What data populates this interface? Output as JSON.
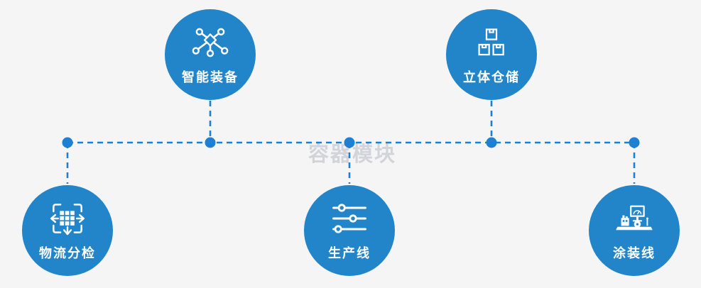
{
  "watermark": "容器模块",
  "colors": {
    "bg-color": "#f5f5f6",
    "node-color": "#2285ca",
    "connector-color": "#1d80d4",
    "label-color": "#ffffff",
    "watermark-color": "rgba(175,180,187,0.5)"
  },
  "nodes": [
    {
      "id": "smart-equipment",
      "label": "智能装备",
      "icon": "network-nodes-icon",
      "position": "top-left"
    },
    {
      "id": "stereo-warehouse",
      "label": "立体仓储",
      "icon": "stacked-boxes-icon",
      "position": "top-right"
    },
    {
      "id": "logistics-sorting",
      "label": "物流分检",
      "icon": "sorting-dispatch-icon",
      "position": "bottom-left"
    },
    {
      "id": "production-line",
      "label": "生产线",
      "icon": "sliders-icon",
      "position": "bottom-center"
    },
    {
      "id": "coating-line",
      "label": "涂装线",
      "icon": "coating-machine-icon",
      "position": "bottom-right"
    }
  ]
}
